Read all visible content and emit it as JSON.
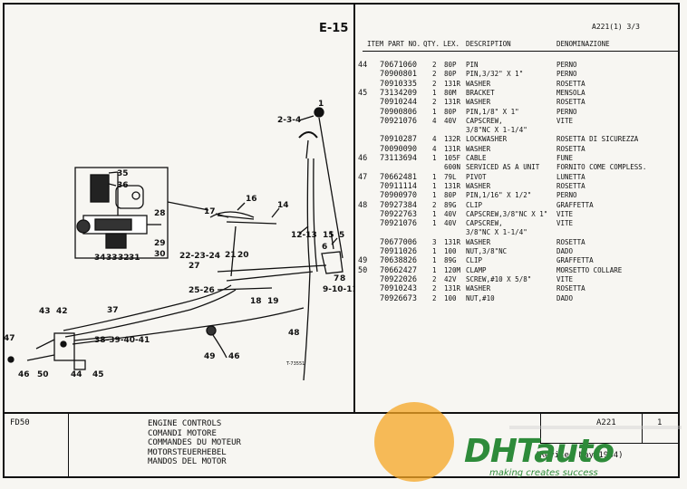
{
  "page_code": "E-15",
  "ref_code": "A221(1) 3/3",
  "headers": {
    "item": "ITEM",
    "part_no": "PART NO.",
    "qty": "QTY.",
    "lex": "LEX.",
    "description": "DESCRIPTION",
    "denominazione": "DENOMINAZIONE"
  },
  "parts": [
    {
      "item": "44",
      "part": "70671060",
      "qty": "2",
      "lex": "80P",
      "desc": "PIN",
      "den": "PERNO"
    },
    {
      "item": "",
      "part": "70900801",
      "qty": "2",
      "lex": "80P",
      "desc": "PIN,3/32\" X 1\"",
      "den": "PERNO"
    },
    {
      "item": "",
      "part": "70910335",
      "qty": "2",
      "lex": "131R",
      "desc": "WASHER",
      "den": "ROSETTA"
    },
    {
      "item": "45",
      "part": "73134209",
      "qty": "1",
      "lex": "80M",
      "desc": "BRACKET",
      "den": "MENSOLA"
    },
    {
      "item": "",
      "part": "70910244",
      "qty": "2",
      "lex": "131R",
      "desc": "WASHER",
      "den": "ROSETTA"
    },
    {
      "item": "",
      "part": "70900806",
      "qty": "1",
      "lex": "80P",
      "desc": "PIN,1/8\" X 1\"",
      "den": "PERNO"
    },
    {
      "item": "",
      "part": "70921076",
      "qty": "4",
      "lex": "40V",
      "desc": "CAPSCREW,",
      "den": "VITE"
    },
    {
      "item": "",
      "part": "",
      "qty": "",
      "lex": "",
      "desc": "3/8\"NC X 1-1/4\"",
      "den": ""
    },
    {
      "item": "",
      "part": "70910287",
      "qty": "4",
      "lex": "132R",
      "desc": "LOCKWASHER",
      "den": "ROSETTA DI SICUREZZA"
    },
    {
      "item": "",
      "part": "70090090",
      "qty": "4",
      "lex": "131R",
      "desc": "WASHER",
      "den": "ROSETTA"
    },
    {
      "item": "46",
      "part": "73113694",
      "qty": "1",
      "lex": "105F",
      "desc": "CABLE",
      "den": "FUNE"
    },
    {
      "item": "",
      "part": "",
      "qty": "",
      "lex": "600N",
      "desc": "SERVICED AS A UNIT",
      "den": "FORNITO COME COMPLESS."
    },
    {
      "item": "47",
      "part": "70662481",
      "qty": "1",
      "lex": "79L",
      "desc": "PIVOT",
      "den": "LUNETTA"
    },
    {
      "item": "",
      "part": "70911114",
      "qty": "1",
      "lex": "131R",
      "desc": "WASHER",
      "den": "ROSETTA"
    },
    {
      "item": "",
      "part": "70900970",
      "qty": "1",
      "lex": "80P",
      "desc": "PIN,1/16\" X 1/2\"",
      "den": "PERNO"
    },
    {
      "item": "48",
      "part": "70927384",
      "qty": "2",
      "lex": "89G",
      "desc": "CLIP",
      "den": "GRAFFETTA"
    },
    {
      "item": "",
      "part": "70922763",
      "qty": "1",
      "lex": "40V",
      "desc": "CAPSCREW,3/8\"NC X 1\"",
      "den": "VITE"
    },
    {
      "item": "",
      "part": "70921076",
      "qty": "1",
      "lex": "40V",
      "desc": "CAPSCREW,",
      "den": "VITE"
    },
    {
      "item": "",
      "part": "",
      "qty": "",
      "lex": "",
      "desc": "3/8\"NC X 1-1/4\"",
      "den": ""
    },
    {
      "item": "",
      "part": "70677006",
      "qty": "3",
      "lex": "131R",
      "desc": "WASHER",
      "den": "ROSETTA"
    },
    {
      "item": "",
      "part": "70911026",
      "qty": "1",
      "lex": "100",
      "desc": "NUT,3/8\"NC",
      "den": "DADO"
    },
    {
      "item": "49",
      "part": "70638826",
      "qty": "1",
      "lex": "89G",
      "desc": "CLIP",
      "den": "GRAFFETTA"
    },
    {
      "item": "50",
      "part": "70662427",
      "qty": "1",
      "lex": "120M",
      "desc": "CLAMP",
      "den": "MORSETTO COLLARE"
    },
    {
      "item": "",
      "part": "70922026",
      "qty": "2",
      "lex": "42V",
      "desc": "SCREW,#10 X 5/8\"",
      "den": "VITE"
    },
    {
      "item": "",
      "part": "70910243",
      "qty": "2",
      "lex": "131R",
      "desc": "WASHER",
      "den": "ROSETTA"
    },
    {
      "item": "",
      "part": "70926673",
      "qty": "2",
      "lex": "100",
      "desc": "NUT,#10",
      "den": "DADO"
    }
  ],
  "diagram": {
    "callouts": [
      "1",
      "2-3-4",
      "35",
      "36",
      "28",
      "29",
      "30",
      "34",
      "33",
      "32",
      "31",
      "16",
      "17",
      "14",
      "12-13",
      "5",
      "6",
      "8",
      "7",
      "9-10-11",
      "15",
      "22-23-24",
      "21",
      "20",
      "27",
      "25-26",
      "18",
      "19",
      "43",
      "42",
      "37",
      "38-39-40-41",
      "47",
      "46",
      "50",
      "44",
      "45",
      "49",
      "46",
      "48"
    ],
    "code": "T-73551"
  },
  "footer": {
    "model": "FD50",
    "titles": [
      "ENGINE CONTROLS",
      "COMANDI MOTORE",
      "COMMANDES DU MOTEUR",
      "MOTORSTEUERHEBEL",
      "MANDOS DEL MOTOR"
    ],
    "code": "A221",
    "page": "1",
    "revised": "(Revised May 1984)"
  },
  "watermark": {
    "brand": "DHTauto",
    "tagline": "making creates success"
  },
  "colors": {
    "ink": "#111111",
    "paper": "#f7f6f2",
    "watermark_orange": "#f5a623",
    "watermark_green": "#2e8b3a"
  }
}
